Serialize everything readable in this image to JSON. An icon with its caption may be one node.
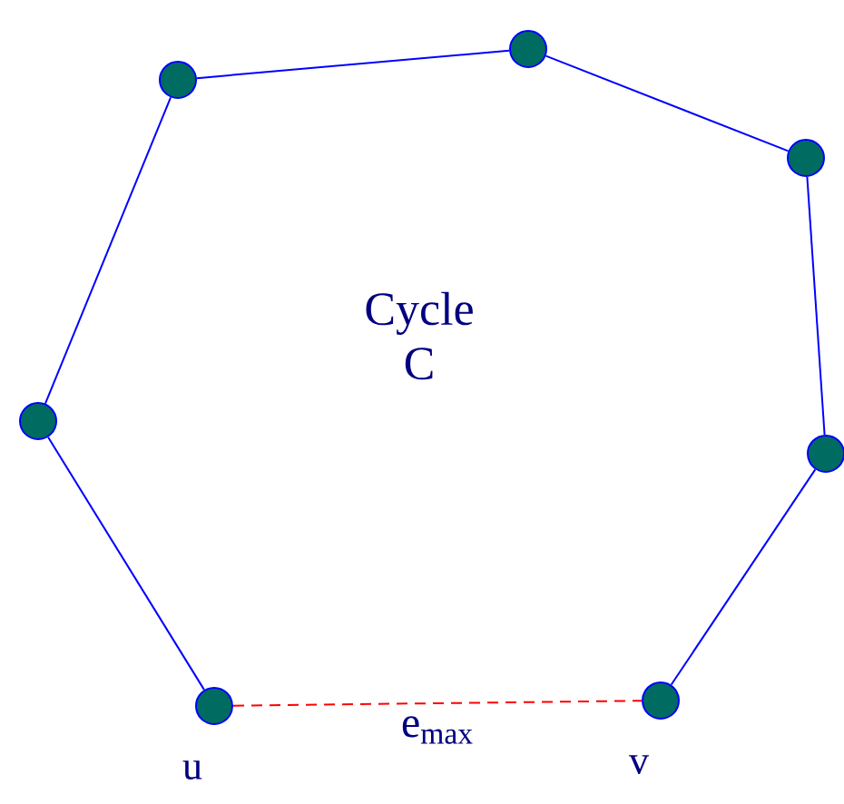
{
  "diagram": {
    "nodes": [
      {
        "text": [],
        "shape": "circle"
      },
      {
        "text": [],
        "shape": "circle"
      },
      {
        "text": [],
        "shape": "circle",
        "beside": [
          "u"
        ]
      },
      {
        "text": [],
        "shape": "circle"
      },
      {
        "text": [],
        "shape": "circle",
        "beside": [
          "v"
        ]
      },
      {
        "text": [],
        "shape": "circle"
      },
      {
        "text": [],
        "shape": "circle"
      }
    ],
    "edges": [
      {
        "from": 0,
        "to": 1,
        "arrow": "none"
      },
      {
        "from": 1,
        "to": 3,
        "arrow": "none"
      },
      {
        "from": 3,
        "to": 5,
        "arrow": "none"
      },
      {
        "from": 5,
        "to": 6,
        "arrow": "none"
      },
      {
        "from": 6,
        "to": 4,
        "arrow": "none"
      },
      {
        "from": 0,
        "to": 2,
        "arrow": "none"
      },
      {
        "from": 2,
        "to": 4,
        "arrow": "none",
        "label": "e$_{max}$",
        "style": "dashed",
        "color": "#ff0000"
      }
    ],
    "labels": [
      "Cycle C"
    ]
  }
}
